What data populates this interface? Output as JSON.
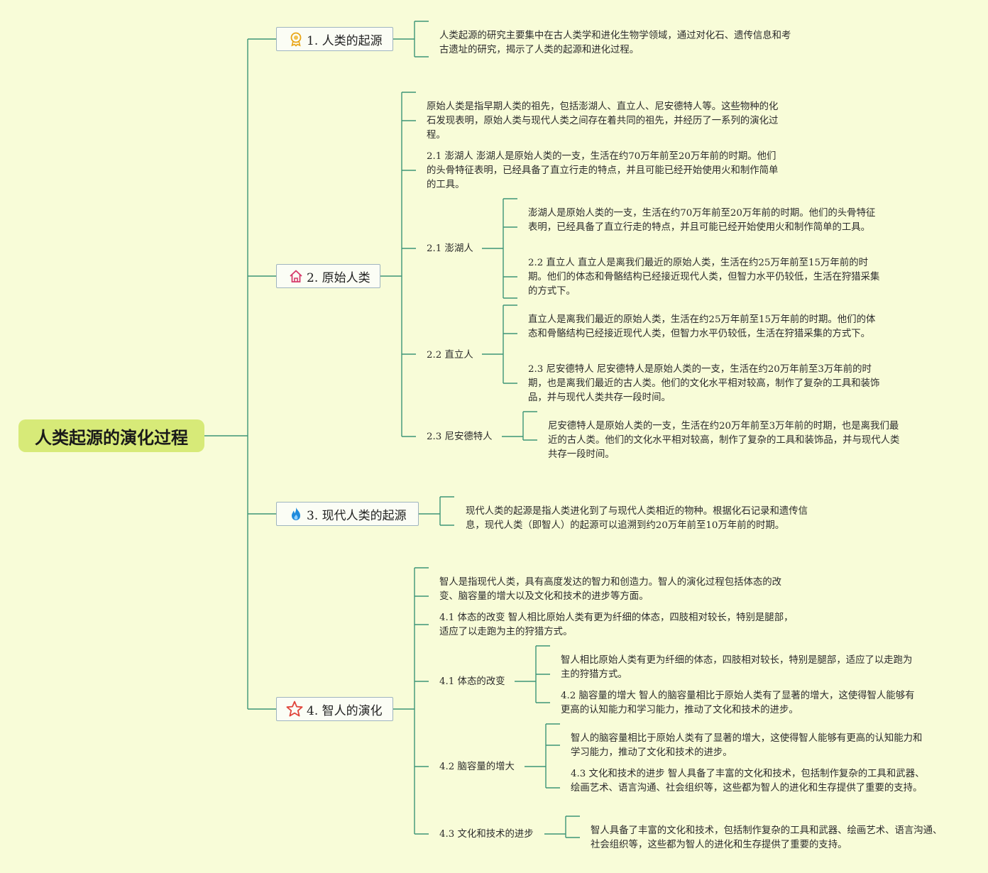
{
  "root": "人类起源的演化过程",
  "topics": [
    {
      "title": "1. 人类的起源",
      "icon": "award-icon"
    },
    {
      "title": "2. 原始人类",
      "icon": "home-icon"
    },
    {
      "title": "3. 现代人类的起源",
      "icon": "flame-icon"
    },
    {
      "title": "4. 智人的演化",
      "icon": "star-icon"
    }
  ],
  "texts": {
    "s1": "人类起源的研究主要集中在古人类学和进化生物学领域，通过对化石、遗传信息和考古遗址的研究，揭示了人类的起源和进化过程。",
    "s2_intro": "原始人类是指早期人类的祖先，包括澎湖人、直立人、尼安德特人等。这些物种的化石发现表明，原始人类与现代人类之间存在着共同的祖先，并经历了一系列的演化过程。",
    "s2_21": "2.1 澎湖人 澎湖人是原始人类的一支，生活在约70万年前至20万年前的时期。他们的头骨特征表明，已经具备了直立行走的特点，并且可能已经开始使用火和制作简单的工具。",
    "s2_penghu_label": "2.1 澎湖人",
    "s2_penghu_a": "澎湖人是原始人类的一支，生活在约70万年前至20万年前的时期。他们的头骨特征表明，已经具备了直立行走的特点，并且可能已经开始使用火和制作简单的工具。",
    "s2_penghu_b": "2.2 直立人 直立人是离我们最近的原始人类，生活在约25万年前至15万年前的时期。他们的体态和骨骼结构已经接近现代人类，但智力水平仍较低，生活在狩猎采集的方式下。",
    "s2_zhili_label": "2.2 直立人",
    "s2_zhili_a": "直立人是离我们最近的原始人类，生活在约25万年前至15万年前的时期。他们的体态和骨骼结构已经接近现代人类，但智力水平仍较低，生活在狩猎采集的方式下。",
    "s2_zhili_b": "2.3 尼安德特人 尼安德特人是原始人类的一支，生活在约20万年前至3万年前的时期，也是离我们最近的古人类。他们的文化水平相对较高，制作了复杂的工具和装饰品，并与现代人类共存一段时间。",
    "s2_nean_label": "2.3 尼安德特人",
    "s2_nean_a": "尼安德特人是原始人类的一支，生活在约20万年前至3万年前的时期，也是离我们最近的古人类。他们的文化水平相对较高，制作了复杂的工具和装饰品，并与现代人类共存一段时间。",
    "s3": "现代人类的起源是指人类进化到了与现代人类相近的物种。根据化石记录和遗传信息，现代人类（即智人）的起源可以追溯到约20万年前至10万年前的时期。",
    "s4_intro": "智人是指现代人类，具有高度发达的智力和创造力。智人的演化过程包括体态的改变、脑容量的增大以及文化和技术的进步等方面。",
    "s4_41": "4.1 体态的改变 智人相比原始人类有更为纤细的体态，四肢相对较长，特别是腿部，适应了以走跑为主的狩猎方式。",
    "s4_body_label": "4.1 体态的改变",
    "s4_body_a": "智人相比原始人类有更为纤细的体态，四肢相对较长，特别是腿部，适应了以走跑为主的狩猎方式。",
    "s4_body_b": "4.2 脑容量的增大 智人的脑容量相比于原始人类有了显著的增大，这使得智人能够有更高的认知能力和学习能力，推动了文化和技术的进步。",
    "s4_brain_label": "4.2 脑容量的增大",
    "s4_brain_a": "智人的脑容量相比于原始人类有了显著的增大，这使得智人能够有更高的认知能力和学习能力，推动了文化和技术的进步。",
    "s4_brain_b": "4.3 文化和技术的进步 智人具备了丰富的文化和技术，包括制作复杂的工具和武器、绘画艺术、语言沟通、社会组织等，这些都为智人的进化和生存提供了重要的支持。",
    "s4_culture_label": "4.3 文化和技术的进步",
    "s4_culture_a": "智人具备了丰富的文化和技术，包括制作复杂的工具和武器、绘画艺术、语言沟通、社会组织等，这些都为智人的进化和生存提供了重要的支持。"
  },
  "colors": {
    "background": "#f8fcd8",
    "root": "#d7ea78",
    "line": "#2f8f6f"
  }
}
